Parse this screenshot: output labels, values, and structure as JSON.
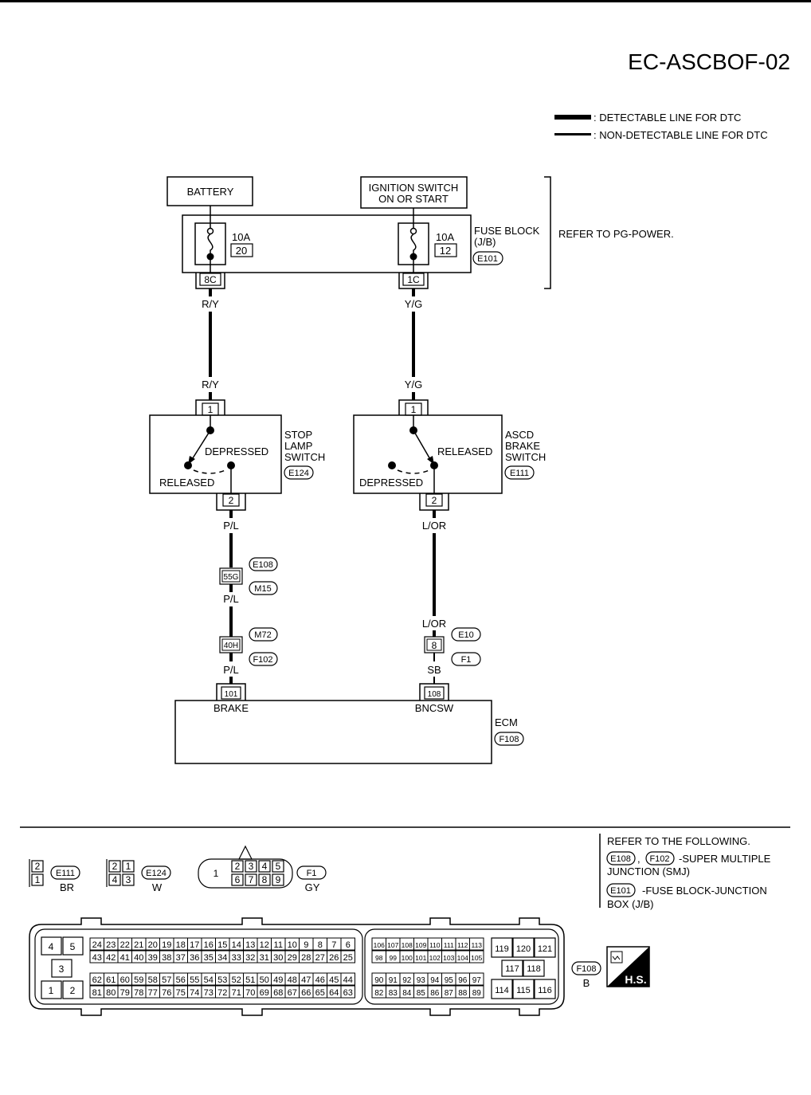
{
  "diagram_code": "EC-ASCBOF-02",
  "legend": {
    "detectable": ": DETECTABLE LINE FOR DTC",
    "non_detectable": ": NON-DETECTABLE LINE FOR DTC"
  },
  "power": {
    "battery": "BATTERY",
    "ignition": [
      "IGNITION SWITCH",
      "ON OR START"
    ],
    "fuse1_amp": "10A",
    "fuse1_no": "20",
    "fuse2_amp": "10A",
    "fuse2_no": "12",
    "fuse_block": [
      "FUSE BLOCK",
      "(J/B)"
    ],
    "fuse_block_conn": "E101",
    "refer": "REFER TO PG-POWER.",
    "term1": "8C",
    "term2": "1C"
  },
  "wires": {
    "ry": "R/Y",
    "yg": "Y/G",
    "pl": "P/L",
    "lor": "L/OR",
    "sb": "SB"
  },
  "stop_lamp": {
    "label": [
      "STOP",
      "LAMP",
      "SWITCH"
    ],
    "conn": "E124",
    "pin_in": "1",
    "pin_out": "2",
    "depressed": "DEPRESSED",
    "released": "RELEASED"
  },
  "ascd_brake": {
    "label": [
      "ASCD",
      "BRAKE",
      "SWITCH"
    ],
    "conn": "E111",
    "pin_in": "1",
    "pin_out": "2",
    "released": "RELEASED",
    "depressed": "DEPRESSED"
  },
  "joints": {
    "j1_term": "55G",
    "j1_conn_a": "E108",
    "j1_conn_b": "M15",
    "j2_term": "40H",
    "j2_conn_a": "M72",
    "j2_conn_b": "F102",
    "j3_term": "8",
    "j3_conn_a": "E10",
    "j3_conn_b": "F1"
  },
  "ecm": {
    "label": "ECM",
    "conn": "F108",
    "pin_brake": "101",
    "pin_brake_name": "BRAKE",
    "pin_bncsw": "108",
    "pin_bncsw_name": "BNCSW"
  },
  "connectors": {
    "e111": {
      "pins": [
        "2",
        "1"
      ],
      "id": "E111",
      "color": "BR"
    },
    "e124": {
      "pins": [
        "2",
        "1",
        "4",
        "3"
      ],
      "id": "E124",
      "color": "W"
    },
    "f1": {
      "pins": [
        "1",
        "2",
        "3",
        "4",
        "5",
        "6",
        "7",
        "8",
        "9"
      ],
      "id": "F1",
      "color": "GY"
    },
    "f108": {
      "id": "F108",
      "color": "B",
      "left_pins": [
        "4",
        "5",
        "3",
        "1",
        "2"
      ],
      "rowA": [
        "24",
        "23",
        "22",
        "21",
        "20",
        "19",
        "18",
        "17",
        "16",
        "15",
        "14",
        "13",
        "12",
        "11",
        "10",
        "9",
        "8",
        "7",
        "6"
      ],
      "rowB": [
        "43",
        "42",
        "41",
        "40",
        "39",
        "38",
        "37",
        "36",
        "35",
        "34",
        "33",
        "32",
        "31",
        "30",
        "29",
        "28",
        "27",
        "26",
        "25"
      ],
      "rowC": [
        "62",
        "61",
        "60",
        "59",
        "58",
        "57",
        "56",
        "55",
        "54",
        "53",
        "52",
        "51",
        "50",
        "49",
        "48",
        "47",
        "46",
        "45",
        "44"
      ],
      "rowD": [
        "81",
        "80",
        "79",
        "78",
        "77",
        "76",
        "75",
        "74",
        "73",
        "72",
        "71",
        "70",
        "69",
        "68",
        "67",
        "66",
        "65",
        "64",
        "63"
      ],
      "midA": [
        "106",
        "107",
        "108",
        "109",
        "110",
        "111",
        "112",
        "113"
      ],
      "midB": [
        "98",
        "99",
        "100",
        "101",
        "102",
        "103",
        "104",
        "105"
      ],
      "midC": [
        "90",
        "91",
        "92",
        "93",
        "94",
        "95",
        "96",
        "97"
      ],
      "midD": [
        "82",
        "83",
        "84",
        "85",
        "86",
        "87",
        "88",
        "89"
      ],
      "right_top": [
        "119",
        "120",
        "121"
      ],
      "right_mid": [
        "117",
        "118"
      ],
      "right_bot": [
        "114",
        "115",
        "116"
      ]
    }
  },
  "refer_box": {
    "title": "REFER TO THE FOLLOWING.",
    "smj_conn_a": "E108",
    "smj_conn_b": "F102",
    "smj_text": "-SUPER MULTIPLE",
    "smj_text2": "JUNCTION (SMJ)",
    "jb_conn": "E101",
    "jb_text": "-FUSE BLOCK-JUNCTION",
    "jb_text2": "BOX (J/B)"
  },
  "hs_label": "H.S."
}
